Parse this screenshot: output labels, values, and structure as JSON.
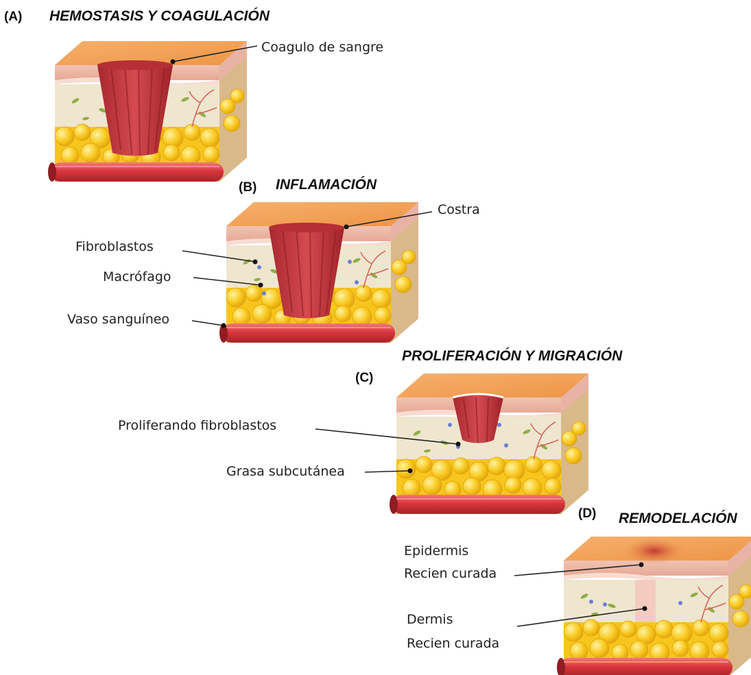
{
  "stages": [
    {
      "letter": "(A)",
      "title": "HEMOSTASIS Y COAGULACIÓN",
      "labels": [
        "Coagulo de sangre"
      ]
    },
    {
      "letter": "(B)",
      "title": "INFLAMACIÓN",
      "labels": [
        "Costra",
        "Fibroblastos",
        "Macrófago",
        "Vaso sanguíneo"
      ]
    },
    {
      "letter": "(C)",
      "title": "PROLIFERACIÓN Y MIGRACIÓN",
      "labels": [
        "Proliferando fibroblastos",
        "Grasa subcutánea"
      ]
    },
    {
      "letter": "(D)",
      "title": "REMODELACIÓN",
      "labels": [
        "Epidermis",
        "Recien curada",
        "Dermis",
        "Recien curada"
      ]
    }
  ],
  "colors": {
    "skin_top": "#f3a561",
    "epidermis": "#f6c9c0",
    "dermis": "#efe6cf",
    "fat": "#f7c61d",
    "vessel": "#d9363c",
    "clot": "#c23a3f",
    "base": "#c8a766"
  }
}
